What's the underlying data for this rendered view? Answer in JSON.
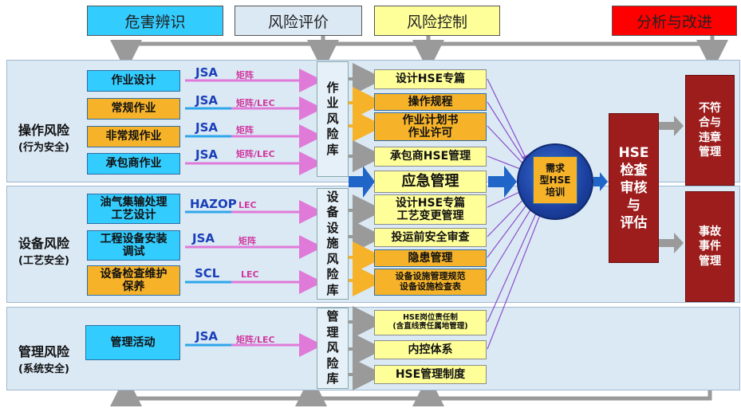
{
  "headers": [
    {
      "label": "危害辨识",
      "bg": "#33ccff"
    },
    {
      "label": "风险评价",
      "bg": "#dbe9f5"
    },
    {
      "label": "风险控制",
      "bg": "#ffff99"
    },
    {
      "label": "分析与改进",
      "bg": "#ff0000"
    }
  ],
  "rows": {
    "operation": {
      "title": "操作风险",
      "subtitle": "(行为安全)"
    },
    "equipment": {
      "title": "设备风险",
      "subtitle": "(工艺安全)"
    },
    "management": {
      "title": "管理风险",
      "subtitle": "(系统安全)"
    }
  },
  "hazards": {
    "h1": "作业设计",
    "h2": "常规作业",
    "h3": "非常规作业",
    "h4": "承包商作业",
    "h5": "油气集输处理\n工艺设计",
    "h6": "工程设备安装\n调试",
    "h7": "设备检查维护\n保养",
    "h8": "管理活动"
  },
  "methods": {
    "m1": {
      "name": "JSA",
      "type": "矩阵"
    },
    "m2": {
      "name": "JSA",
      "type": "矩阵/LEC"
    },
    "m3": {
      "name": "JSA",
      "type": "矩阵"
    },
    "m4": {
      "name": "JSA",
      "type": "矩阵/LEC"
    },
    "m5": {
      "name": "HAZOP",
      "type": "LEC"
    },
    "m6": {
      "name": "JSA",
      "type": "矩阵"
    },
    "m7": {
      "name": "SCL",
      "type": "LEC"
    },
    "m8": {
      "name": "JSA",
      "type": "矩阵/LEC"
    }
  },
  "libraries": {
    "work": "作业风险库",
    "equipment": "设备设施风险库",
    "management": "管理风险库"
  },
  "controls": {
    "c1": "设计HSE专篇",
    "c2": "操作规程",
    "c3": "作业计划书\n作业许可",
    "c4": "承包商HSE管理",
    "c5": "应急管理",
    "c6": "设计HSE专篇\n工艺变更管理",
    "c7": "投运前安全审查",
    "c8": "隐患管理",
    "c9": "设备设施管理规范\n设备设施检查表",
    "c10": "HSE岗位责任制\n(含直线责任属地管理)",
    "c11": "内控体系",
    "c12": "HSE管理制度"
  },
  "training": "需求\n型HSE\n培训",
  "audit": "HSE\n检查\n审核\n与\n评估",
  "outcomes": {
    "o1": "不符\n合与\n违章\n管理",
    "o2": "事故\n事件\n管理"
  }
}
